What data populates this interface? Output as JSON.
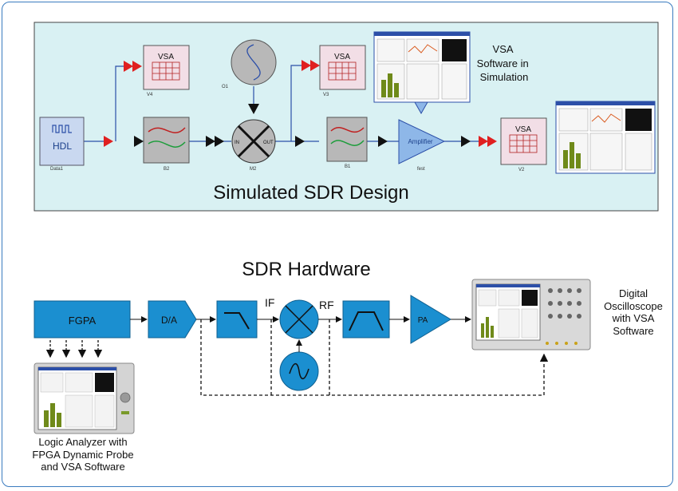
{
  "colors": {
    "canvas_bg": "#d9f1f3",
    "block_blue": "#1b8fd0",
    "block_border": "#0f5f8f",
    "hdl_fill": "#c9d8f0",
    "arrow_red": "#e02020",
    "arrow_black": "#111111",
    "wire_blue": "#2c4fa8"
  },
  "simulated": {
    "title": "Simulated  SDR Design",
    "blocks": {
      "hdl_label": "HDL",
      "hdl_caption": "Data1",
      "filter_left_caption": "B2",
      "filter_right_caption": "B1",
      "mixer_in": "IN",
      "mixer_out": "OUT",
      "mixer_caption": "M2",
      "osc_caption": "O1",
      "amp_label": "Amplifier",
      "amp_caption": "fest",
      "vsa_label": "VSA",
      "vsa_captions": [
        "V4",
        "V3",
        "V2"
      ]
    },
    "vsa_note": "VSA\nSoftware in\nSimulation"
  },
  "hardware": {
    "title": "SDR Hardware",
    "fpga_label": "FGPA",
    "dac_label": "D/A",
    "pa_label": "PA",
    "if_label": "IF",
    "rf_label": "RF",
    "scope_caption": "Digital\nOscilloscope\nwith VSA\nSoftware",
    "analyzer_caption": "Logic Analyzer with\nFPGA Dynamic Probe\nand VSA Software"
  }
}
